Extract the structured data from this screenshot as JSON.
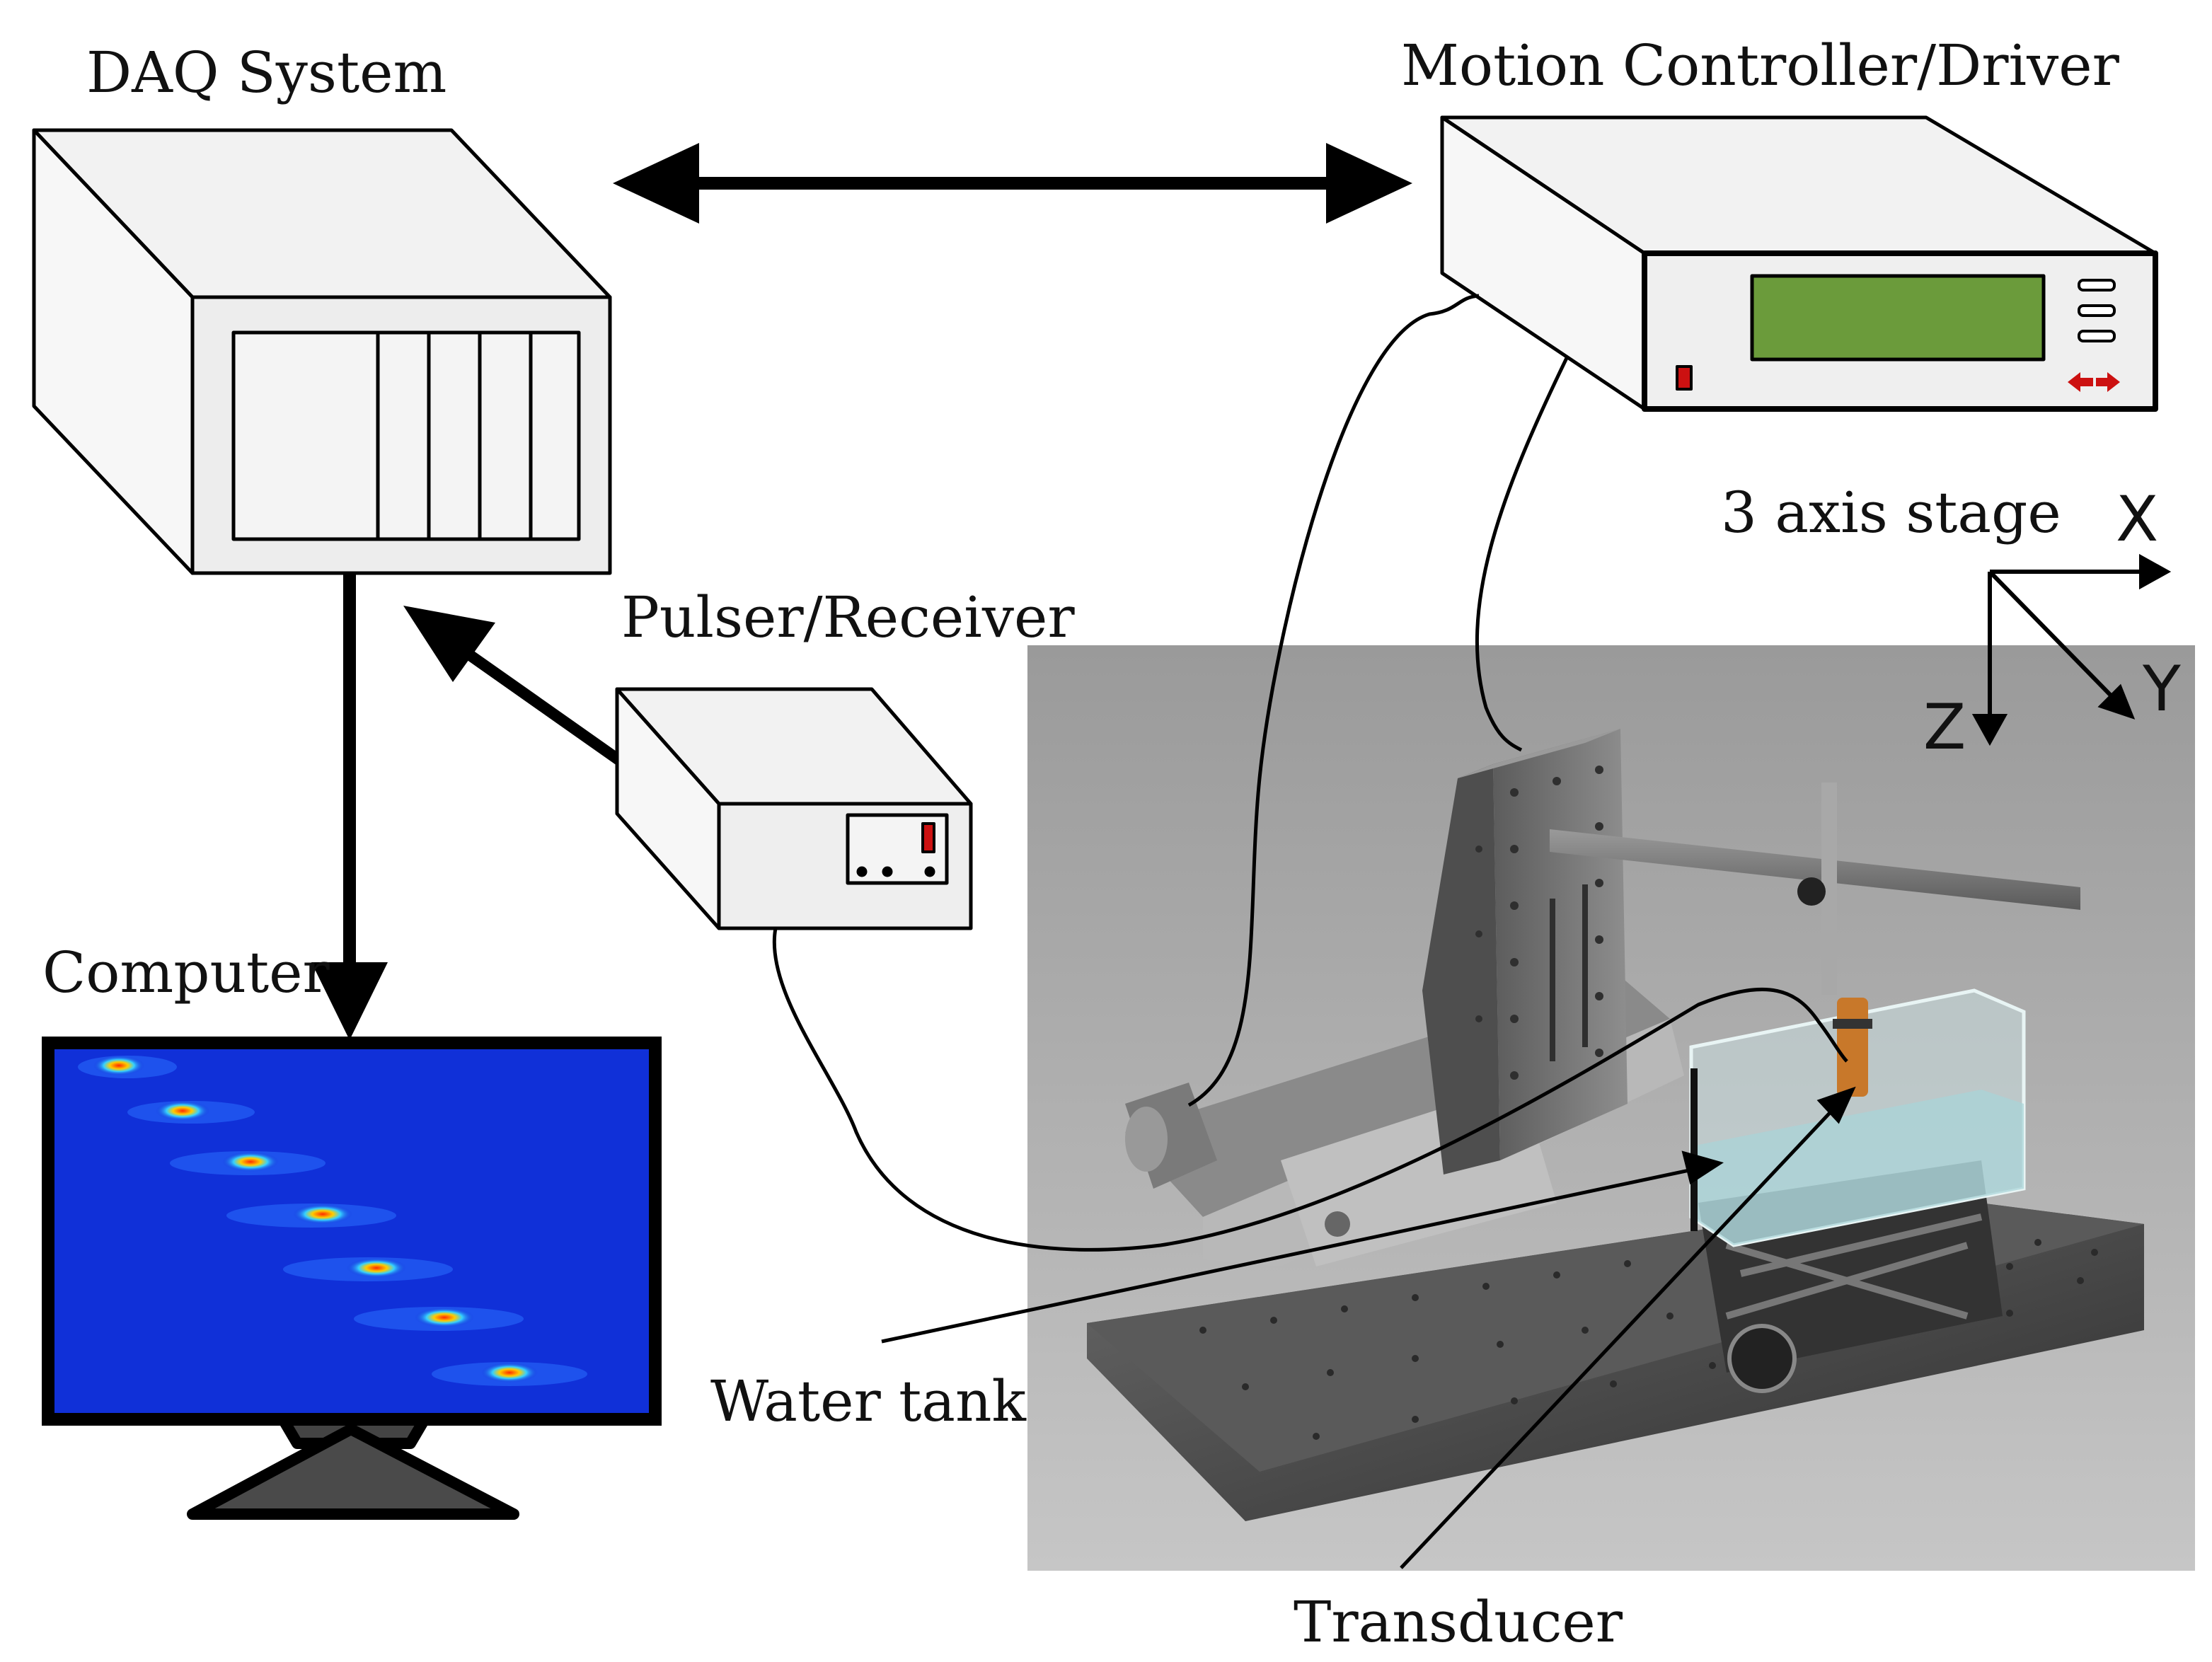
{
  "labels": {
    "daq": "DAQ System",
    "motion": "Motion Controller/Driver",
    "pulser": "Pulser/Receiver",
    "computer": "Computer",
    "stage": "3 axis stage",
    "water_tank": "Water tank",
    "transducer": "Transducer"
  },
  "axes": {
    "x": "X",
    "y": "Y",
    "z": "Z"
  },
  "colors": {
    "box_fill": "#f0f0f0",
    "line": "#000000",
    "lcd": "#6b9b3b",
    "indicator": "#cc1111",
    "screen_bg": "#1030d8",
    "photo_bg": "#a6a6a6",
    "transducer": "#c8782a",
    "water": "#a8d4d8"
  },
  "icons": [
    "double-arrow-icon",
    "arrow-down-icon",
    "arrow-up-left-icon",
    "axis-triad-icon"
  ]
}
